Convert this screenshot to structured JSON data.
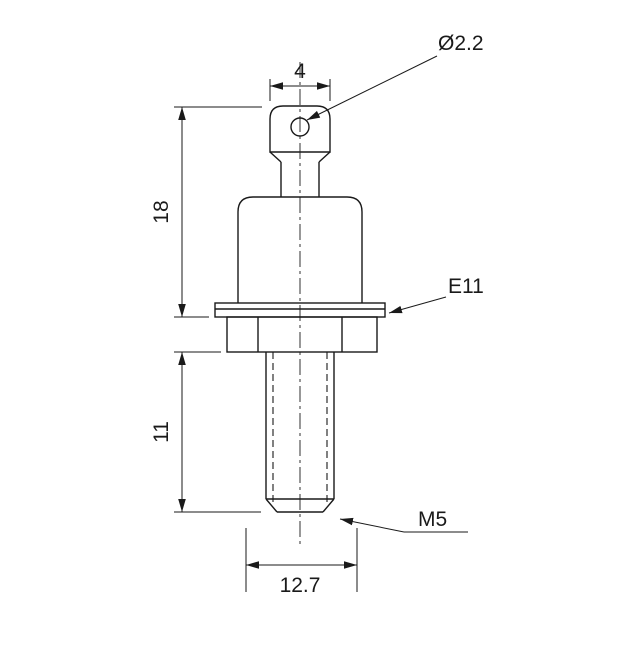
{
  "page": {
    "background_color": "#ffffff",
    "line_color": "#1a1a1a"
  },
  "drawing": {
    "description": "Outline dimension drawing of a stud-mount diode package",
    "labels": {
      "tab_width": "4",
      "hole_diameter": "Ø2.2",
      "body_height": "18",
      "package_code": "E11",
      "stud_length": "11",
      "thread_spec": "M5",
      "hex_width": "12.7"
    }
  }
}
